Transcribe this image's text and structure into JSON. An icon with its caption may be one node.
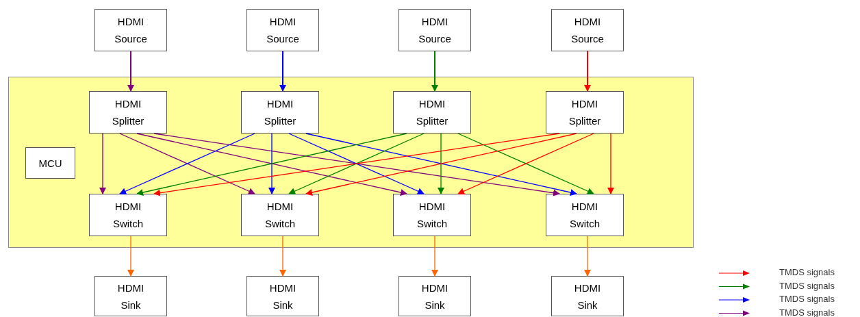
{
  "diagram": {
    "nodes": [
      {
        "text": [
          "HDMI Source"
        ]
      },
      {
        "text": [
          "HDMI Source"
        ]
      },
      {
        "text": [
          "HDMI Source"
        ]
      },
      {
        "text": [
          "HDMI Source"
        ]
      },
      {
        "text": [],
        "shape": "box"
      },
      {
        "text": [
          "MCU"
        ],
        "in": 4
      },
      {
        "text": [
          "HDMI Splitter"
        ],
        "in": 4
      },
      {
        "text": [
          "HDMI Splitter"
        ],
        "in": 4
      },
      {
        "text": [
          "HDMI Splitter"
        ],
        "in": 4
      },
      {
        "text": [
          "HDMI Splitter"
        ],
        "in": 4
      },
      {
        "text": [
          "HDMI Switch"
        ],
        "in": 4
      },
      {
        "text": [
          "HDMI Switch"
        ],
        "in": 4
      },
      {
        "text": [
          "HDMI Switch"
        ],
        "in": 4
      },
      {
        "text": [
          "HDMI Switch"
        ],
        "in": 4
      },
      {
        "text": [
          "HDMI Sink"
        ]
      },
      {
        "text": [
          "HDMI Sink"
        ]
      },
      {
        "text": [
          "HDMI Sink"
        ]
      },
      {
        "text": [
          "HDMI Sink"
        ]
      }
    ],
    "edges": [
      {
        "from": 0,
        "to": 6,
        "arrow": "to",
        "color": "#800080"
      },
      {
        "from": 1,
        "to": 7,
        "arrow": "to",
        "color": "#0000ff"
      },
      {
        "from": 2,
        "to": 8,
        "arrow": "to",
        "color": "#008000"
      },
      {
        "from": 3,
        "to": 9,
        "arrow": "to",
        "color": "#ff0000"
      },
      {
        "from": 6,
        "to": 10,
        "arrow": "to",
        "color": "#800080"
      },
      {
        "from": 6,
        "to": 11,
        "arrow": "to",
        "color": "#800080"
      },
      {
        "from": 6,
        "to": 12,
        "arrow": "to",
        "color": "#800080"
      },
      {
        "from": 6,
        "to": 13,
        "arrow": "to",
        "color": "#800080"
      },
      {
        "from": 7,
        "to": 10,
        "arrow": "to",
        "color": "#0000ff"
      },
      {
        "from": 7,
        "to": 11,
        "arrow": "to",
        "color": "#0000ff"
      },
      {
        "from": 7,
        "to": 12,
        "arrow": "to",
        "color": "#0000ff"
      },
      {
        "from": 7,
        "to": 13,
        "arrow": "to",
        "color": "#0000ff"
      },
      {
        "from": 8,
        "to": 10,
        "arrow": "to",
        "color": "#008000"
      },
      {
        "from": 8,
        "to": 11,
        "arrow": "to",
        "color": "#008000"
      },
      {
        "from": 8,
        "to": 12,
        "arrow": "to",
        "color": "#008000"
      },
      {
        "from": 8,
        "to": 13,
        "arrow": "to",
        "color": "#008000"
      },
      {
        "from": 9,
        "to": 10,
        "arrow": "to",
        "color": "#ff0000"
      },
      {
        "from": 9,
        "to": 11,
        "arrow": "to",
        "color": "#ff0000"
      },
      {
        "from": 9,
        "to": 12,
        "arrow": "to",
        "color": "#ff0000"
      },
      {
        "from": 9,
        "to": 13,
        "arrow": "to",
        "color": "#ff0000"
      },
      {
        "from": 10,
        "to": 14,
        "arrow": "to",
        "color": "#ff6600"
      },
      {
        "from": 11,
        "to": 15,
        "arrow": "to",
        "color": "#ff6600"
      },
      {
        "from": 12,
        "to": 16,
        "arrow": "to",
        "color": "#ff6600"
      },
      {
        "from": 13,
        "to": 17,
        "arrow": "to",
        "color": "#ff6600"
      }
    ],
    "legend": [
      {
        "text": "TMDS signals",
        "color": "#ff0000"
      },
      {
        "text": "TMDS signals",
        "color": "#008000"
      },
      {
        "text": "TMDS signals",
        "color": "#0000ff"
      },
      {
        "text": "TMDS signals",
        "color": "#800080"
      }
    ]
  }
}
